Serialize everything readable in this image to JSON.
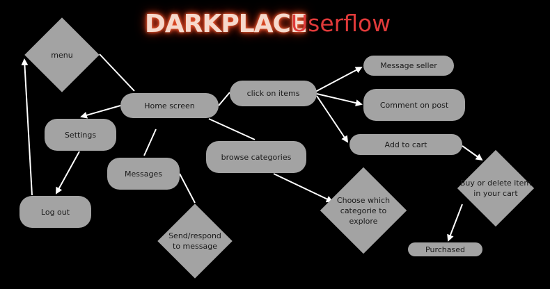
{
  "header": {
    "logo_text": "DARKPLACE",
    "title": "Userflow"
  },
  "nodes": {
    "menu": "menu",
    "home_screen": "Home screen",
    "settings": "Settings",
    "log_out": "Log out",
    "messages": "Messages",
    "send_respond": "Send/respond\nto message",
    "click_on_items": "click on items",
    "browse_categories": "browse categories",
    "choose_categorie": "Choose which\ncategorie to\nexplore",
    "message_seller": "Message seller",
    "comment_on_post": "Comment on post",
    "add_to_cart": "Add to cart",
    "buy_or_delete": "Buy or delete item\nin your cart",
    "purchased": "Purchased"
  },
  "colors": {
    "background": "#000000",
    "node_fill": "#a3a3a3",
    "edge": "#ffffff",
    "title": "#e03a3a",
    "logo_glow": "#e0401f"
  }
}
